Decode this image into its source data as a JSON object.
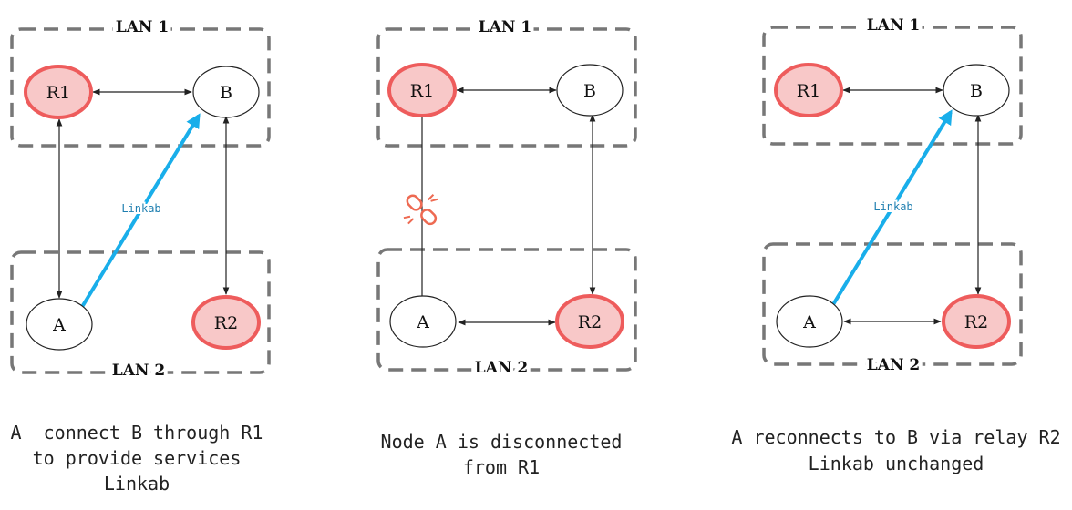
{
  "colors": {
    "relay_fill": "#f8c8c8",
    "relay_stroke": "#ee5c5c",
    "linkab": "#19aeea",
    "lan_border": "#777777",
    "broken_link_icon": "#ee6a52"
  },
  "icons": {
    "broken_link": "broken-link-icon"
  },
  "panels": [
    {
      "lan1": "LAN 1",
      "lan2": "LAN 2",
      "nodes": {
        "r1": "R1",
        "b": "B",
        "a": "A",
        "r2": "R2"
      },
      "link_label": "Linkab",
      "caption": [
        "A  connect B through R1",
        "to provide services",
        "Linkab"
      ]
    },
    {
      "lan1": "LAN 1",
      "lan2": "LAN 2",
      "nodes": {
        "r1": "R1",
        "b": "B",
        "a": "A",
        "r2": "R2"
      },
      "caption": [
        "Node A is disconnected",
        "from R1"
      ]
    },
    {
      "lan1": "LAN 1",
      "lan2": "LAN 2",
      "nodes": {
        "r1": "R1",
        "b": "B",
        "a": "A",
        "r2": "R2"
      },
      "link_label": "Linkab",
      "caption": [
        "A reconnects to B via relay R2",
        "Linkab unchanged"
      ]
    }
  ]
}
